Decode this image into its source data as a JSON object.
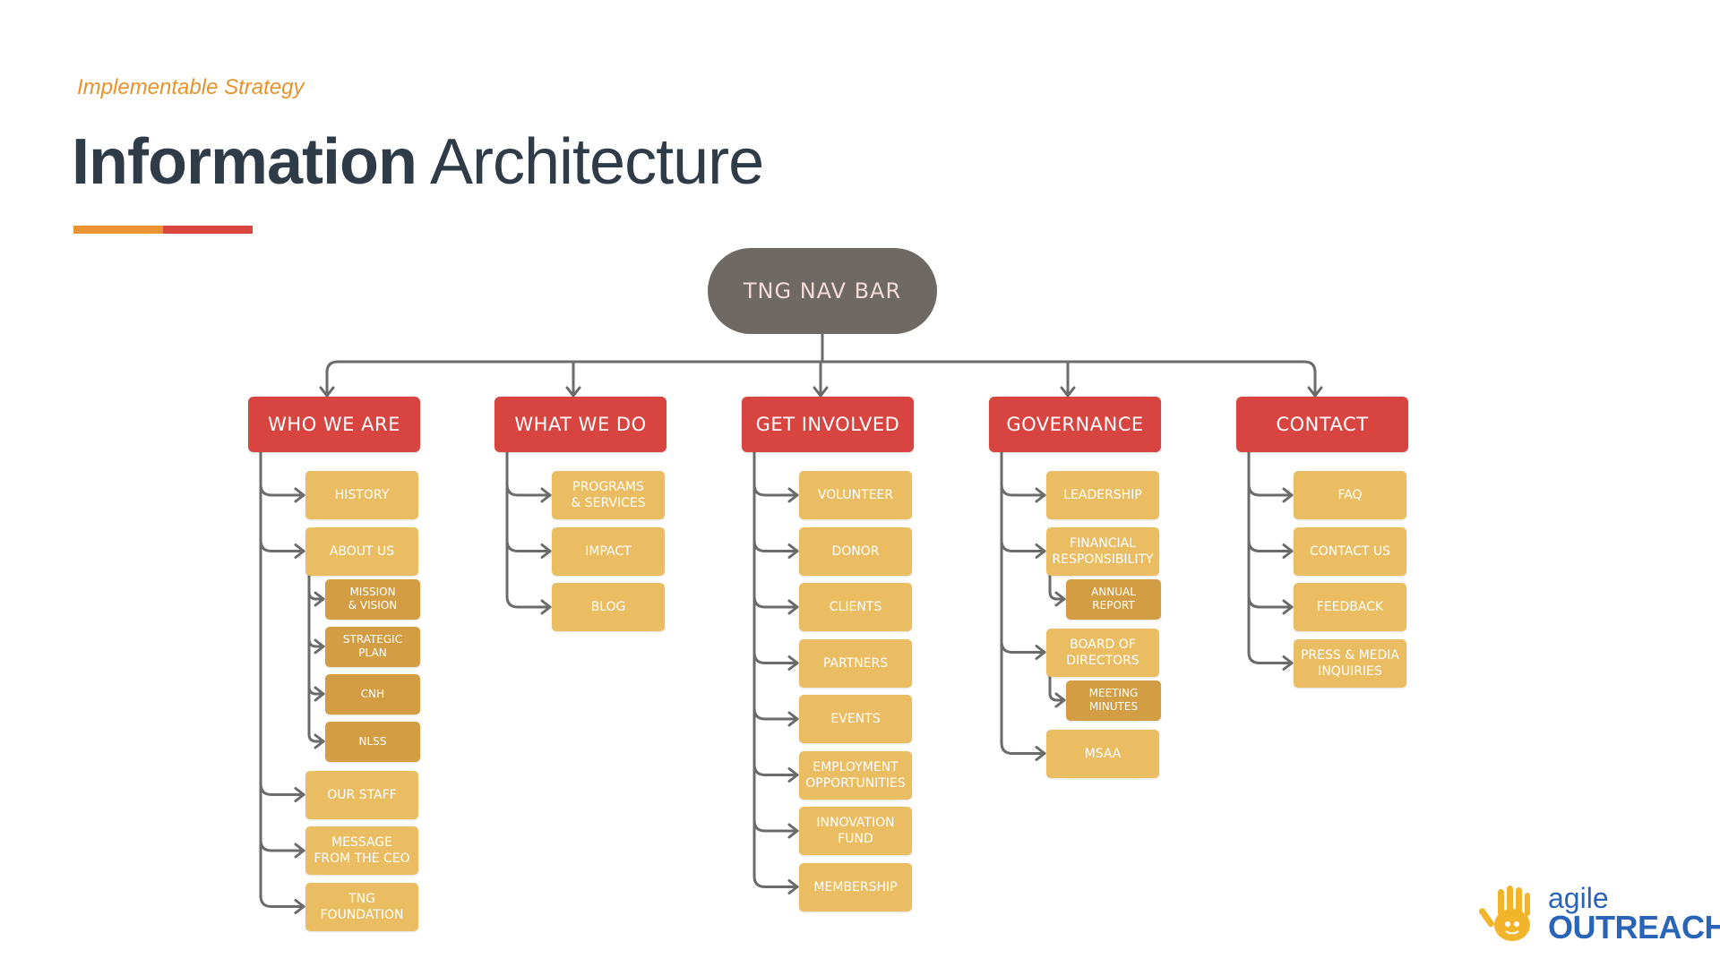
{
  "header": {
    "subtitle": "Implementable Strategy",
    "title_bold": "Information",
    "title_light": "Architecture",
    "accent_colors": [
      "#eb9233",
      "#d9463f"
    ]
  },
  "root": {
    "label": "TNG NAV BAR"
  },
  "colors": {
    "root": "#6f6966",
    "category": "#d8443f",
    "item": "#ebbd62",
    "subitem": "#d29d43",
    "connector": "#6b6b6b"
  },
  "columns": [
    {
      "label": "WHO WE ARE",
      "items": [
        {
          "label": "HISTORY"
        },
        {
          "label": "ABOUT US",
          "children": [
            "MISSION\n& VISION",
            "STRATEGIC\nPLAN",
            "CNH",
            "NLSS"
          ]
        },
        {
          "label": "OUR STAFF"
        },
        {
          "label": "MESSAGE\nFROM THE CEO"
        },
        {
          "label": "TNG\nFOUNDATION"
        }
      ]
    },
    {
      "label": "WHAT WE DO",
      "items": [
        {
          "label": "PROGRAMS\n& SERVICES"
        },
        {
          "label": "IMPACT"
        },
        {
          "label": "BLOG"
        }
      ]
    },
    {
      "label": "GET INVOLVED",
      "items": [
        {
          "label": "VOLUNTEER"
        },
        {
          "label": "DONOR"
        },
        {
          "label": "CLIENTS"
        },
        {
          "label": "PARTNERS"
        },
        {
          "label": "EVENTS"
        },
        {
          "label": "EMPLOYMENT\nOPPORTUNITIES"
        },
        {
          "label": "INNOVATION\nFUND"
        },
        {
          "label": "MEMBERSHIP"
        }
      ]
    },
    {
      "label": "GOVERNANCE",
      "items": [
        {
          "label": "LEADERSHIP"
        },
        {
          "label": "FINANCIAL\nRESPONSIBILITY",
          "children": [
            "ANNUAL\nREPORT"
          ]
        },
        {
          "label": "BOARD OF\nDIRECTORS",
          "children": [
            "MEETING\nMINUTES"
          ]
        },
        {
          "label": "MSAA"
        }
      ]
    },
    {
      "label": "CONTACT",
      "items": [
        {
          "label": "FAQ"
        },
        {
          "label": "CONTACT US"
        },
        {
          "label": "FEEDBACK"
        },
        {
          "label": "PRESS & MEDIA\nINQUIRIES"
        }
      ]
    }
  ],
  "logo": {
    "line1": "agile",
    "line2": "OUTREACH",
    "hand_color": "#f2b42a",
    "text_color": "#2a64b8"
  }
}
